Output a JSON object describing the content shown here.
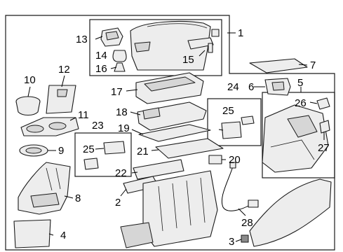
{
  "callouts": [
    {
      "id": "c1",
      "text": "1"
    },
    {
      "id": "c2",
      "text": "2"
    },
    {
      "id": "c3",
      "text": "3"
    },
    {
      "id": "c4",
      "text": "4"
    },
    {
      "id": "c5",
      "text": "5"
    },
    {
      "id": "c6",
      "text": "6"
    },
    {
      "id": "c7",
      "text": "7"
    },
    {
      "id": "c8",
      "text": "8"
    },
    {
      "id": "c9",
      "text": "9"
    },
    {
      "id": "c10",
      "text": "10"
    },
    {
      "id": "c11",
      "text": "11"
    },
    {
      "id": "c12",
      "text": "12"
    },
    {
      "id": "c13",
      "text": "13"
    },
    {
      "id": "c14",
      "text": "14"
    },
    {
      "id": "c15",
      "text": "15"
    },
    {
      "id": "c16",
      "text": "16"
    },
    {
      "id": "c17",
      "text": "17"
    },
    {
      "id": "c18",
      "text": "18"
    },
    {
      "id": "c19",
      "text": "19"
    },
    {
      "id": "c20",
      "text": "20"
    },
    {
      "id": "c21",
      "text": "21"
    },
    {
      "id": "c22",
      "text": "22"
    },
    {
      "id": "c23",
      "text": "23"
    },
    {
      "id": "c24",
      "text": "24"
    },
    {
      "id": "c25a",
      "text": "25"
    },
    {
      "id": "c25b",
      "text": "25"
    },
    {
      "id": "c26",
      "text": "26"
    },
    {
      "id": "c27",
      "text": "27"
    },
    {
      "id": "c28",
      "text": "28"
    }
  ]
}
